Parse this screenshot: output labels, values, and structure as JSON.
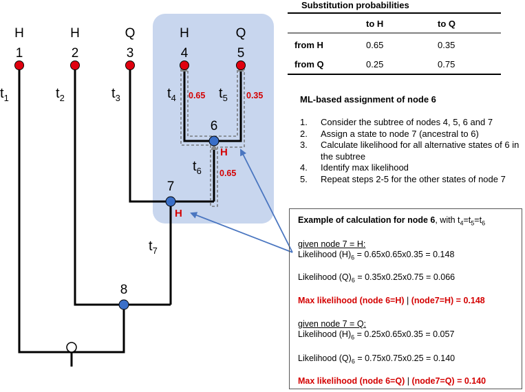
{
  "tips": [
    {
      "num": "1",
      "state": "H"
    },
    {
      "num": "2",
      "state": "H"
    },
    {
      "num": "3",
      "state": "Q"
    },
    {
      "num": "4",
      "state": "H"
    },
    {
      "num": "5",
      "state": "Q"
    }
  ],
  "internal_labels": {
    "n6": "6",
    "n7": "7",
    "n8": "8"
  },
  "assigned_states": {
    "n6": "H",
    "n7": "H"
  },
  "branch_labels": {
    "t1": "t",
    "t2": "t",
    "t3": "t",
    "t4": "t",
    "t5": "t",
    "t6": "t",
    "t7": "t",
    "s1": "1",
    "s2": "2",
    "s3": "3",
    "s4": "4",
    "s5": "5",
    "s6": "6",
    "s7": "7"
  },
  "branch_probs": {
    "p4": "0.65",
    "p5": "0.35",
    "p6": "0.65"
  },
  "colors": {
    "tip": "#e0000f",
    "internal": "#3a6fc8",
    "highlight": "#c8d6ee",
    "red_text": "#d40000",
    "arrow": "#4a76c0"
  },
  "substitution": {
    "title": "Substitution probabilities",
    "col_headers": [
      "to H",
      "to Q"
    ],
    "rows": [
      {
        "label": "from H",
        "values": [
          "0.65",
          "0.35"
        ]
      },
      {
        "label": "from Q",
        "values": [
          "0.25",
          "0.75"
        ]
      }
    ]
  },
  "ml": {
    "title": "ML-based assignment of node 6",
    "steps": [
      {
        "n": "1.",
        "text": "Consider the subtree of nodes 4, 5, 6 and 7"
      },
      {
        "n": "2.",
        "text": "Assign a state to node 7 (ancestral to 6)"
      },
      {
        "n": "3.",
        "text": "Calculate likelihood for all alternative states of 6 in the subtree"
      },
      {
        "n": "4.",
        "text": "Identify max likelihood"
      },
      {
        "n": "5.",
        "text": "Repeat steps 2-5 for the other states of node 7"
      }
    ]
  },
  "example": {
    "title_bold": "Example of calculation for node 6",
    "title_rest": ", with t",
    "eq_a": "4",
    "eq_b": "=t",
    "eq_c": "5",
    "eq_d": "=t",
    "eq_e": "6",
    "given_h": "given node 7 = H:",
    "lh_h1_pre": "Likelihood (H)",
    "lh_h1_sub": "6",
    "lh_h1_post": " = 0.65x0.65x0.35 = 0.148",
    "lh_q1_pre": "Likelihood (Q)",
    "lh_q1_sub": "6",
    "lh_q1_post": " = 0.35x0.25x0.75 = 0.066",
    "max1_a": "Max likelihood (node 6=H)",
    "max1_b": "(node7=H) = 0.148",
    "given_q": "given node 7 = Q:",
    "lh_h2_pre": "Likelihood (H)",
    "lh_h2_sub": "6",
    "lh_h2_post": " = 0.25x0.65x0.35 = 0.057",
    "lh_q2_pre": "Likelihood (Q)",
    "lh_q2_sub": "6",
    "lh_q2_post": " = 0.75x0.75x0.25 = 0.140",
    "max2_a": "Max likelihood (node 6=Q)",
    "max2_b": "(node7=Q) = 0.140"
  }
}
